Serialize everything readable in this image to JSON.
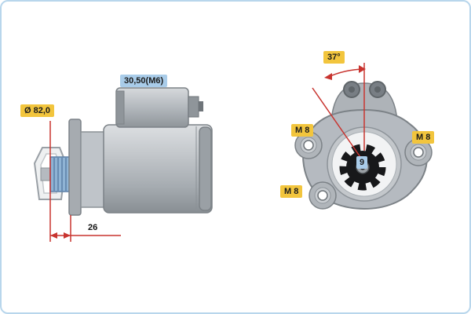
{
  "frame": {
    "border_color": "#b8d6ec",
    "background": "#ffffff"
  },
  "side_view": {
    "labels": {
      "flange_diameter": "Ø 82,0",
      "solenoid_thread": "30,50(M6)",
      "pinion_protrusion": "26"
    }
  },
  "front_view": {
    "labels": {
      "mounting_angle": "37°",
      "bolt_left": "M 8",
      "bolt_right": "M 8",
      "bolt_bottom": "M 8",
      "pinion_teeth": "9"
    }
  },
  "colors": {
    "highlight_yellow": "#f2c53d",
    "highlight_blue": "#a9cce9",
    "dimension_red": "#c8342f",
    "body_gray": "#b5bac0"
  }
}
